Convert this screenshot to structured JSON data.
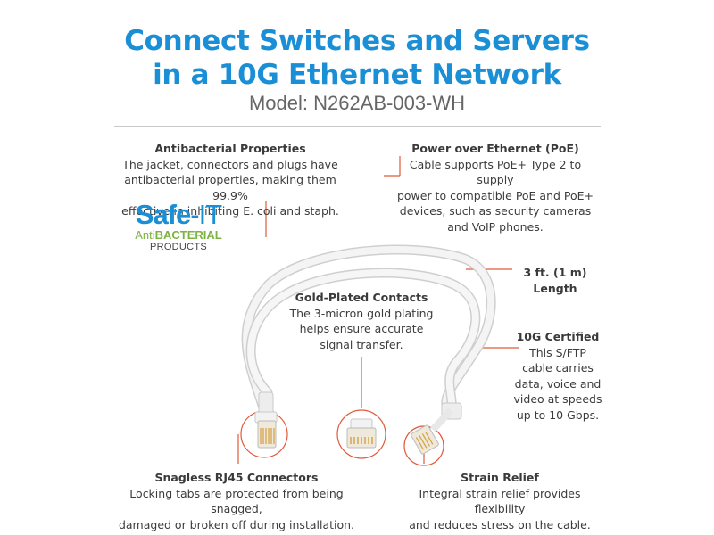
{
  "header": {
    "title_line1": "Connect Switches and Servers",
    "title_line2": "in a 10G Ethernet Network",
    "model": "Model: N262AB-003-WH"
  },
  "features": {
    "antibacterial": {
      "heading": "Antibacterial Properties",
      "lines": [
        "The jacket, connectors and plugs have",
        "antibacterial properties, making them 99.9%",
        "effective in inhibiting E. coli and staph."
      ]
    },
    "poe": {
      "heading": "Power over Ethernet (PoE)",
      "lines": [
        "Cable supports PoE+ Type 2 to supply",
        "power to compatible PoE and PoE+",
        "devices, such as security cameras",
        "and VoIP phones."
      ]
    },
    "length": {
      "heading_line1": "3 ft. (1 m)",
      "heading_line2": "Length"
    },
    "gold": {
      "heading": "Gold-Plated Contacts",
      "lines": [
        "The 3-micron gold plating",
        "helps ensure accurate",
        "signal transfer."
      ]
    },
    "certified": {
      "heading": "10G Certified",
      "lines": [
        "This S/FTP",
        "cable carries",
        "data, voice and",
        "video at speeds",
        "up to 10 Gbps."
      ]
    },
    "snagless": {
      "heading": "Snagless RJ45 Connectors",
      "lines": [
        "Locking tabs are protected from being snagged,",
        "damaged or broken off during installation."
      ]
    },
    "strain": {
      "heading": "Strain Relief",
      "lines": [
        "Integral strain relief provides flexibility",
        "and reduces stress on the cable."
      ]
    }
  },
  "logo": {
    "safe": "Safe",
    "it": "-IT",
    "anti_prefix": "Anti",
    "anti_bold": "BACTERIAL",
    "products": "PRODUCTS"
  },
  "colors": {
    "title": "#1a8fd6",
    "callout": "#e05a3a",
    "logo_green": "#7cb342"
  }
}
